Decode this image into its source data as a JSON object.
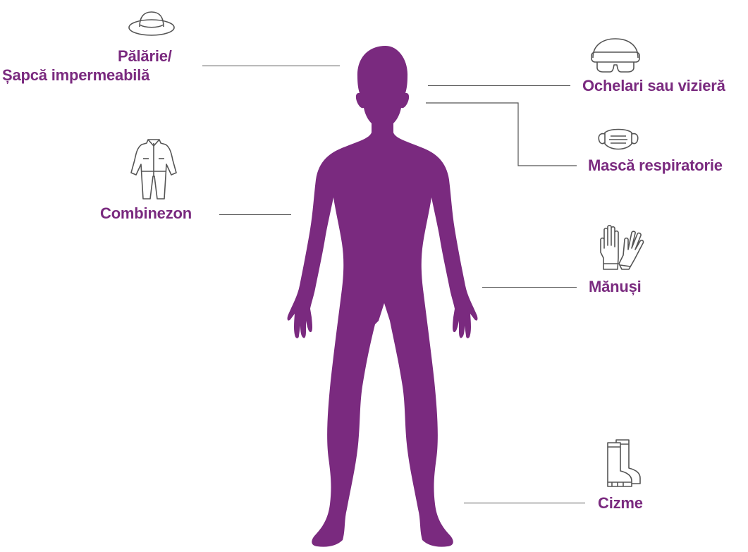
{
  "colors": {
    "accent": "#7a2a7f",
    "silhouette": "#7a2a7f",
    "icon_stroke": "#555555",
    "connector_line": "#555555"
  },
  "labels": {
    "hat_line1": "Pălărie/",
    "hat_line2": "Șapcă impermeabilă",
    "coverall": "Combinezon",
    "goggles": "Ochelari sau vizieră",
    "respirator": "Mască respiratorie",
    "gloves": "Mănuși",
    "boots": "Cizme"
  },
  "icons": {
    "hat": "hat-icon",
    "coverall": "coverall-icon",
    "goggles": "goggles-icon",
    "respirator": "respirator-mask-icon",
    "gloves": "gloves-icon",
    "boots": "boots-icon"
  }
}
